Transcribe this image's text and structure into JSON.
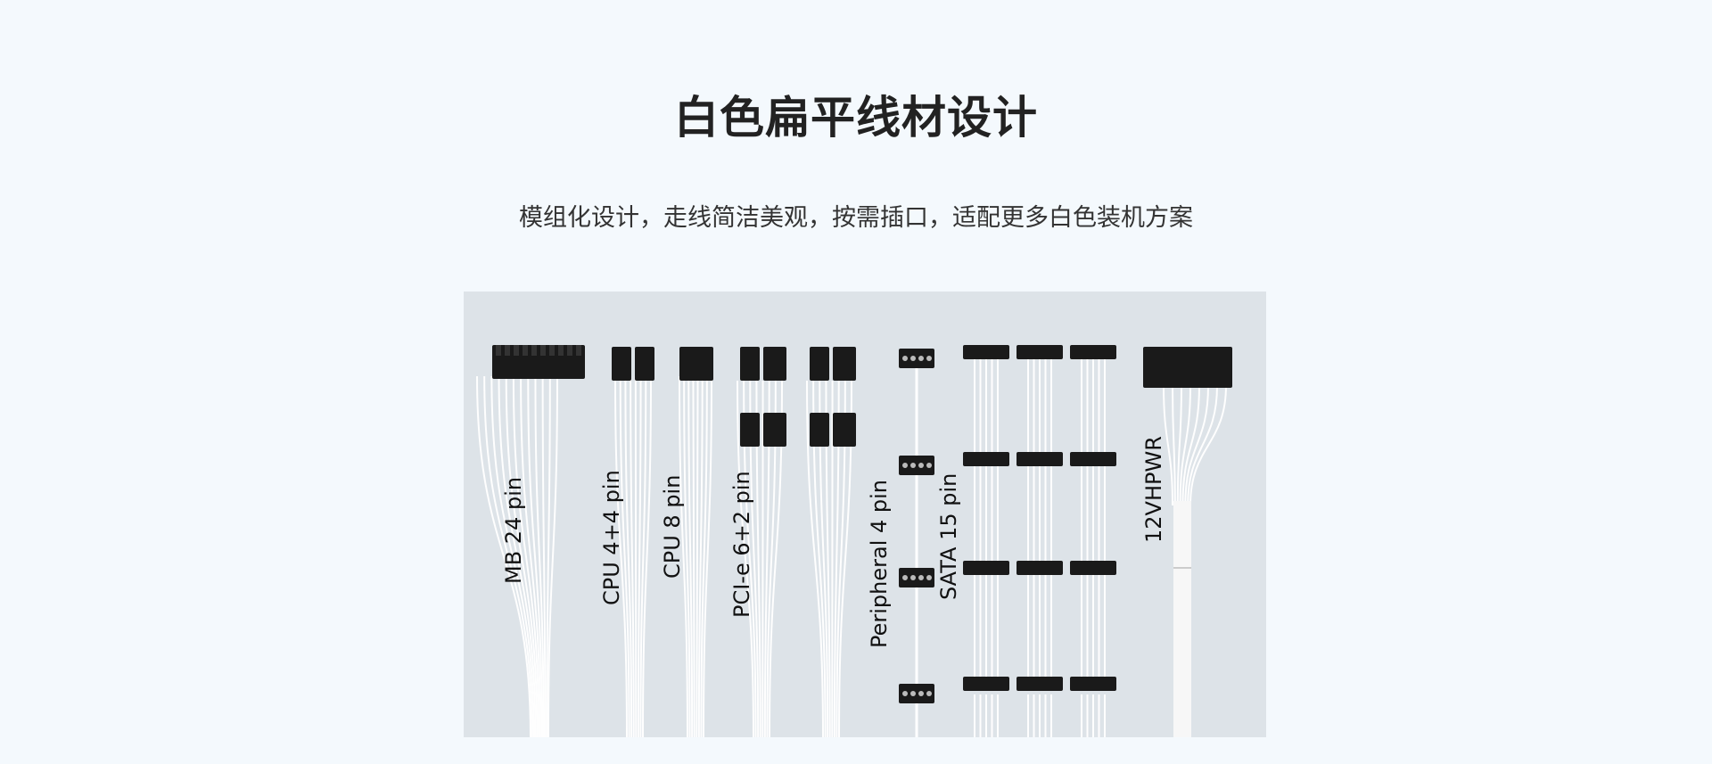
{
  "header": {
    "title": "白色扁平线材设计",
    "subtitle": "模组化设计，走线简洁美观，按需插口，适配更多白色装机方案"
  },
  "cables": [
    {
      "label": "MB 24 pin"
    },
    {
      "label": "CPU 4+4 pin"
    },
    {
      "label": "CPU 8 pin"
    },
    {
      "label": "PCI-e 6+2 pin"
    },
    {
      "label": "Peripheral 4 pin"
    },
    {
      "label": "SATA 15 pin"
    },
    {
      "label": "12VHPWR"
    }
  ],
  "colors": {
    "background": "#f4f9fd",
    "panel": "#dde3e8",
    "connector": "#1a1a1a",
    "wire": "#ffffff"
  }
}
